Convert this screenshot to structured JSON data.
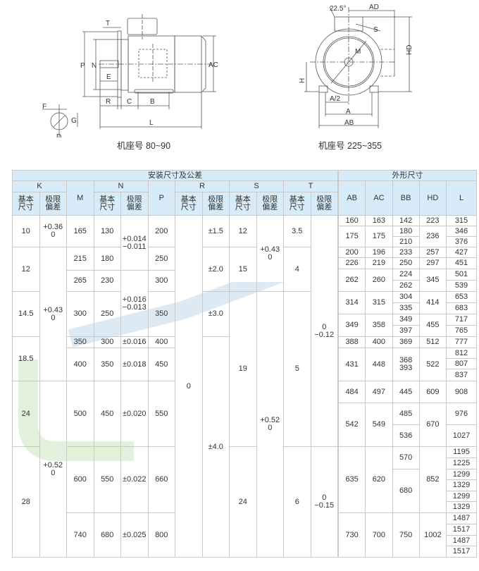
{
  "diagram_left": {
    "labels": {
      "T": "T",
      "P": "P",
      "N": "N",
      "E": "E",
      "AC": "AC",
      "R": "R",
      "C": "C",
      "B": "B",
      "L": "L",
      "F": "F",
      "G": "G",
      "D": "D"
    },
    "caption": "机座号 80~90"
  },
  "diagram_right": {
    "labels": {
      "angle": "22.5°",
      "AD": "AD",
      "S": "S",
      "M": "M",
      "HD": "HD",
      "H": "H",
      "A_half": "A/2",
      "A": "A",
      "AB": "AB"
    },
    "caption": "机座号 225~355"
  },
  "table": {
    "group_install": "安装尺寸及公差",
    "group_outline": "外形尺寸",
    "col_K": "K",
    "col_M": "M",
    "col_N": "N",
    "col_P": "P",
    "col_R": "R",
    "col_S": "S",
    "col_T": "T",
    "sub_basic": "基本\n尺寸",
    "sub_tol": "极限\n偏差",
    "outline_cols": [
      "AB",
      "AC",
      "BB",
      "HD",
      "L"
    ],
    "left_rows": [
      [
        {
          "v": "10"
        },
        {
          "v": "+0.36\n0"
        },
        {
          "v": "165"
        },
        {
          "v": "130"
        },
        {
          "v": "+0.014\n−0.011",
          "rs": 2
        },
        {
          "v": "200"
        },
        {
          "v": "0",
          "rs": 9
        },
        {
          "v": "±1.5"
        },
        {
          "v": "12"
        },
        {
          "v": "+0.43\n0",
          "rs": 3
        },
        {
          "v": "3.5"
        },
        {
          "v": "0\n−0.12",
          "rs": 7
        }
      ],
      [
        {
          "v": "12",
          "rs": 2
        },
        {
          "v": "+0.43\n0",
          "rs": 5
        },
        {
          "v": "215"
        },
        {
          "v": "180"
        },
        {
          "v": "250"
        },
        {
          "v": "±2.0",
          "rs": 2
        },
        {
          "v": "15",
          "rs": 2
        },
        {
          "v": "4",
          "rs": 2
        }
      ],
      [
        {
          "v": "265"
        },
        {
          "v": "230"
        },
        {
          "v": "+0.016\n−0.013",
          "rs": 2
        },
        {
          "v": "300"
        }
      ],
      [
        {
          "v": "14.5"
        },
        {
          "v": "300"
        },
        {
          "v": "250"
        },
        {
          "v": "350"
        },
        {
          "v": "±3.0"
        },
        {
          "v": "19",
          "rs": 4
        },
        {
          "v": "+0.52\n0",
          "rs": 6
        },
        {
          "v": "5",
          "rs": 4
        }
      ],
      [
        {
          "v": "18.5",
          "rs": 2
        },
        {
          "v": "350"
        },
        {
          "v": "300"
        },
        {
          "v": "±0.016"
        },
        {
          "v": "400"
        },
        {
          "v": "±4.0",
          "rs": 5
        }
      ],
      [
        {
          "v": "400"
        },
        {
          "v": "350"
        },
        {
          "v": "±0.018"
        },
        {
          "v": "450"
        }
      ],
      [
        {
          "v": "24"
        },
        {
          "v": "+0.52\n0",
          "rs": 3
        },
        {
          "v": "500"
        },
        {
          "v": "450"
        },
        {
          "v": "±0.020"
        },
        {
          "v": "550"
        }
      ],
      [
        {
          "v": "28",
          "rs": 2
        },
        {
          "v": "600"
        },
        {
          "v": "550"
        },
        {
          "v": "±0.022"
        },
        {
          "v": "660"
        },
        {
          "v": "24",
          "rs": 2
        },
        {
          "v": "6",
          "rs": 2
        },
        {
          "v": "0\n−0.15",
          "rs": 2
        }
      ],
      [
        {
          "v": "740"
        },
        {
          "v": "680"
        },
        {
          "v": "±0.025"
        },
        {
          "v": "800"
        }
      ]
    ],
    "right_rows": [
      [
        {
          "v": "160"
        },
        {
          "v": "163"
        },
        {
          "v": "142"
        },
        {
          "v": "223"
        },
        {
          "v": "315"
        }
      ],
      [
        {
          "v": "175",
          "rs": 2
        },
        {
          "v": "175",
          "rs": 2
        },
        {
          "v": "180"
        },
        {
          "v": "236",
          "rs": 2
        },
        {
          "v": "346"
        }
      ],
      [
        {
          "v": "210"
        },
        {
          "v": "376"
        }
      ],
      [
        {
          "v": "200"
        },
        {
          "v": "196"
        },
        {
          "v": "233"
        },
        {
          "v": "257"
        },
        {
          "v": "427"
        }
      ],
      [
        {
          "v": "226"
        },
        {
          "v": "219"
        },
        {
          "v": "250"
        },
        {
          "v": "297"
        },
        {
          "v": "451"
        }
      ],
      [
        {
          "v": "262",
          "rs": 2
        },
        {
          "v": "260",
          "rs": 2
        },
        {
          "v": "224"
        },
        {
          "v": "345",
          "rs": 2
        },
        {
          "v": "501"
        }
      ],
      [
        {
          "v": "262"
        },
        {
          "v": "539"
        }
      ],
      [
        {
          "v": "314",
          "rs": 2
        },
        {
          "v": "315",
          "rs": 2
        },
        {
          "v": "304"
        },
        {
          "v": "414",
          "rs": 2
        },
        {
          "v": "653"
        }
      ],
      [
        {
          "v": "335"
        },
        {
          "v": "683"
        }
      ],
      [
        {
          "v": "349",
          "rs": 2
        },
        {
          "v": "358",
          "rs": 2
        },
        {
          "v": "349"
        },
        {
          "v": "455",
          "rs": 2
        },
        {
          "v": "717"
        }
      ],
      [
        {
          "v": "397"
        },
        {
          "v": "765"
        }
      ],
      [
        {
          "v": "388"
        },
        {
          "v": "400"
        },
        {
          "v": "369"
        },
        {
          "v": "512"
        },
        {
          "v": "777"
        }
      ],
      [
        {
          "v": "431",
          "rs": 3
        },
        {
          "v": "448",
          "rs": 3
        },
        {
          "v": "368\n393",
          "rs": 3
        },
        {
          "v": "522",
          "rs": 3
        },
        {
          "v": "812"
        }
      ],
      [
        {
          "v": "807"
        }
      ],
      [
        {
          "v": "837"
        }
      ],
      [
        {
          "v": "484"
        },
        {
          "v": "497"
        },
        {
          "v": "445"
        },
        {
          "v": "609"
        },
        {
          "v": "908"
        }
      ],
      [
        {
          "v": "542",
          "rs": 2
        },
        {
          "v": "549",
          "rs": 2
        },
        {
          "v": "485"
        },
        {
          "v": "670",
          "rs": 2
        },
        {
          "v": "976"
        }
      ],
      [
        {
          "v": "536"
        },
        {
          "v": "1027"
        }
      ],
      [
        {
          "v": "635",
          "rs": 6
        },
        {
          "v": "620",
          "rs": 6
        },
        {
          "v": "570",
          "rs": 2
        },
        {
          "v": "852",
          "rs": 6
        },
        {
          "v": "1195"
        }
      ],
      [
        {
          "v": "1225"
        }
      ],
      [
        {
          "v": "680",
          "rs": 4
        },
        {
          "v": "1299"
        }
      ],
      [
        {
          "v": "1329"
        }
      ],
      [
        {
          "v": "1299"
        }
      ],
      [
        {
          "v": "1329"
        }
      ],
      [
        {
          "v": "730",
          "rs": 4
        },
        {
          "v": "700",
          "rs": 4
        },
        {
          "v": "750",
          "rs": 4
        },
        {
          "v": "1002",
          "rs": 4
        },
        {
          "v": "1487"
        }
      ],
      [
        {
          "v": "1517"
        }
      ],
      [
        {
          "v": "1487"
        }
      ],
      [
        {
          "v": "1517"
        }
      ]
    ]
  },
  "colors": {
    "header_bg": "#d7ebf8",
    "border": "#c9c9c9",
    "line": "#444444"
  }
}
